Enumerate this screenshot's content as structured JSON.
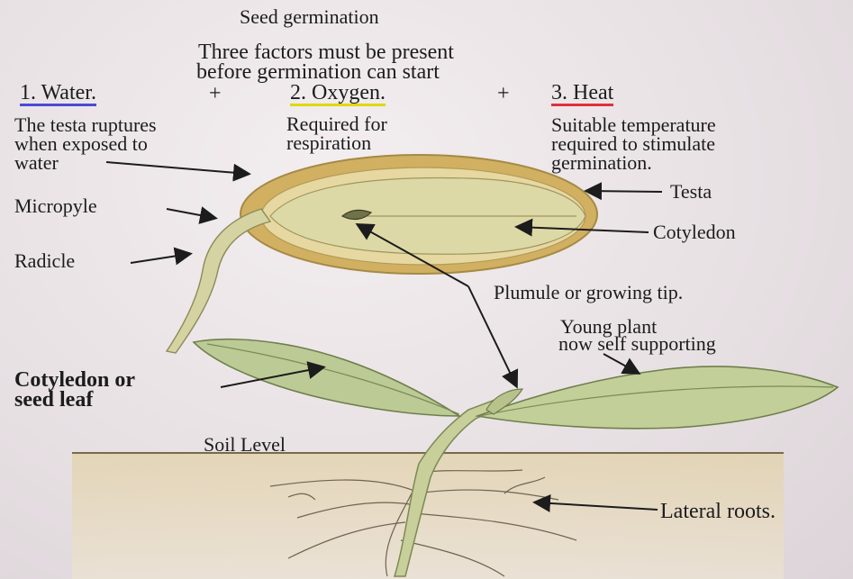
{
  "title": "Seed germination",
  "intro": {
    "line1": "Three factors must be present",
    "line2": "before germination can start"
  },
  "factors": [
    {
      "label": "1. Water.",
      "underline_color": "#4a4ad6"
    },
    {
      "label": "2. Oxygen.",
      "underline_color": "#e0d800"
    },
    {
      "label": "3. Heat",
      "underline_color": "#e0303a"
    }
  ],
  "plus": [
    "+",
    "+"
  ],
  "notes": {
    "water": [
      "The testa ruptures",
      "when exposed to",
      "water"
    ],
    "oxygen": [
      "Required for",
      "respiration"
    ],
    "heat": [
      "Suitable temperature",
      "required to stimulate",
      "germination."
    ]
  },
  "labels": {
    "micropyle": "Micropyle",
    "radicle": "Radicle",
    "testa": "Testa",
    "cotyledon": "Cotyledon",
    "plumule": "Plumule or growing tip.",
    "young_plant": [
      "Young plant",
      "now self supporting"
    ],
    "seed_leaf": [
      "Cotyledon or",
      "seed leaf"
    ],
    "soil_level": "Soil Level",
    "lateral_roots": "Lateral roots."
  },
  "colors": {
    "testa": "#c9a659",
    "seed_inner": "#e3d49a",
    "leaf": "#bccb95",
    "soil": "#d8c49a"
  }
}
